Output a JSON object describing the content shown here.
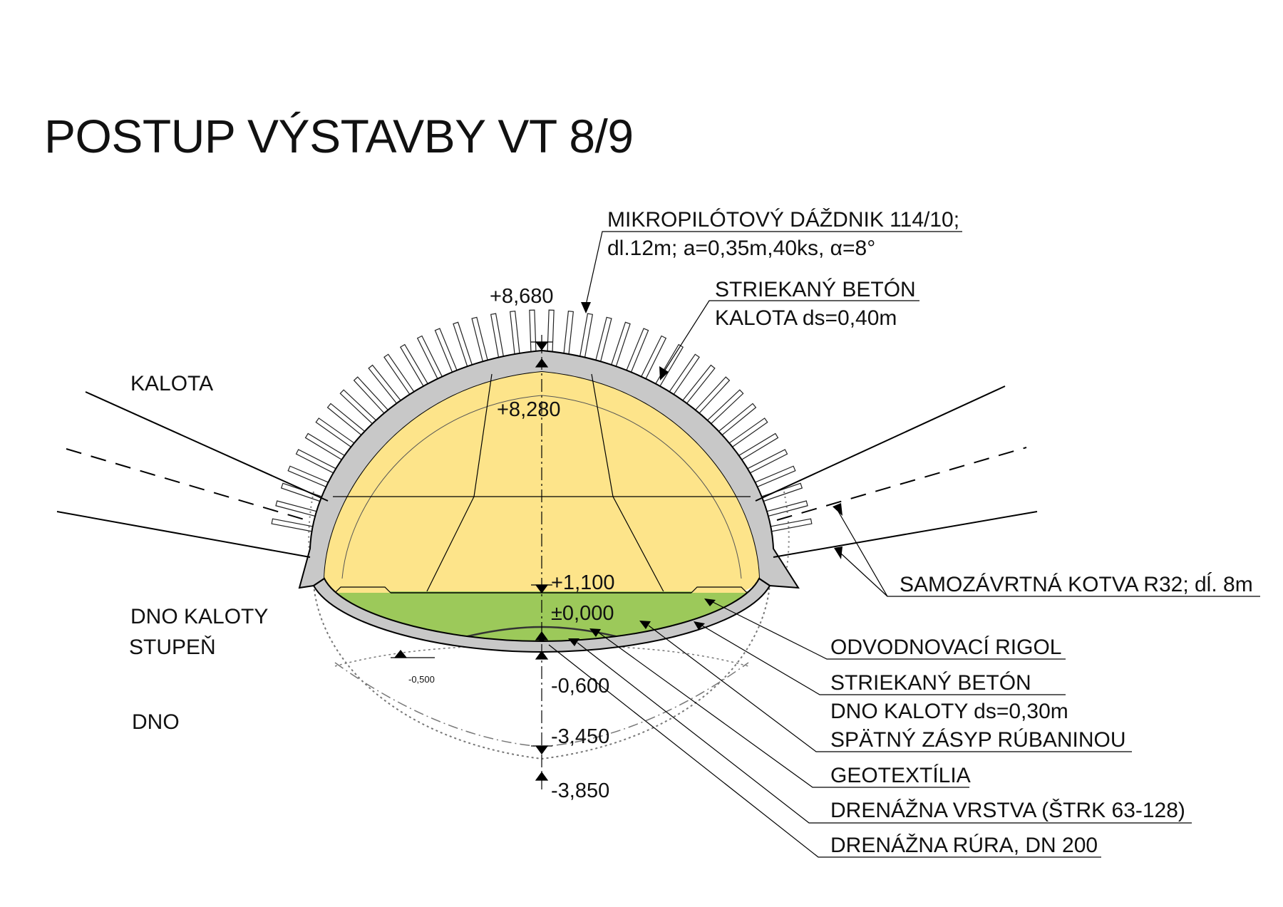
{
  "title": "POSTUP VÝSTAVBY VT 8/9",
  "stages": {
    "kalota": "KALOTA",
    "dno_kaloty_line1": "DNO KALOTY",
    "dno_kaloty_line2": "STUPEŇ",
    "dno": "DNO"
  },
  "callouts": {
    "mikropiloty_line1": "MIKROPILÓTOVÝ DÁŽDNIK 114/10;",
    "mikropiloty_line2": "dl.12m; a=0,35m,40ks, α=8°",
    "striekany_kalota_line1": "STRIEKANÝ BETÓN",
    "striekany_kalota_line2": "KALOTA ds=0,40m",
    "kotva": "SAMOZÁVRTNÁ KOTVA R32; dĺ. 8m",
    "rigol": "ODVODNOVACÍ RIGOL",
    "striekany_dno_line1": "STRIEKANÝ BETÓN",
    "striekany_dno_line2": "DNO KALOTY ds=0,30m",
    "zasyp": "SPÄTNÝ ZÁSYP RÚBANINOU",
    "geotextilia": "GEOTEXTÍLIA",
    "drenazna_vrstva": "DRENÁŽNA VRSTVA (ŠTRK 63-128)",
    "drenazna_rura": "DRENÁŽNA RÚRA, DN 200"
  },
  "elevations": {
    "e1": "+8,680",
    "e2": "+8,280",
    "e3": "+1,100",
    "e4": "±0,000",
    "e5": "-0,600",
    "e6": "-3,450",
    "e7": "-3,850",
    "e8": "-0,500"
  },
  "colors": {
    "kalota_fill": "#fde48a",
    "fill_green": "#9cc95a",
    "lining": "#c8c8c8",
    "line": "#000000"
  }
}
